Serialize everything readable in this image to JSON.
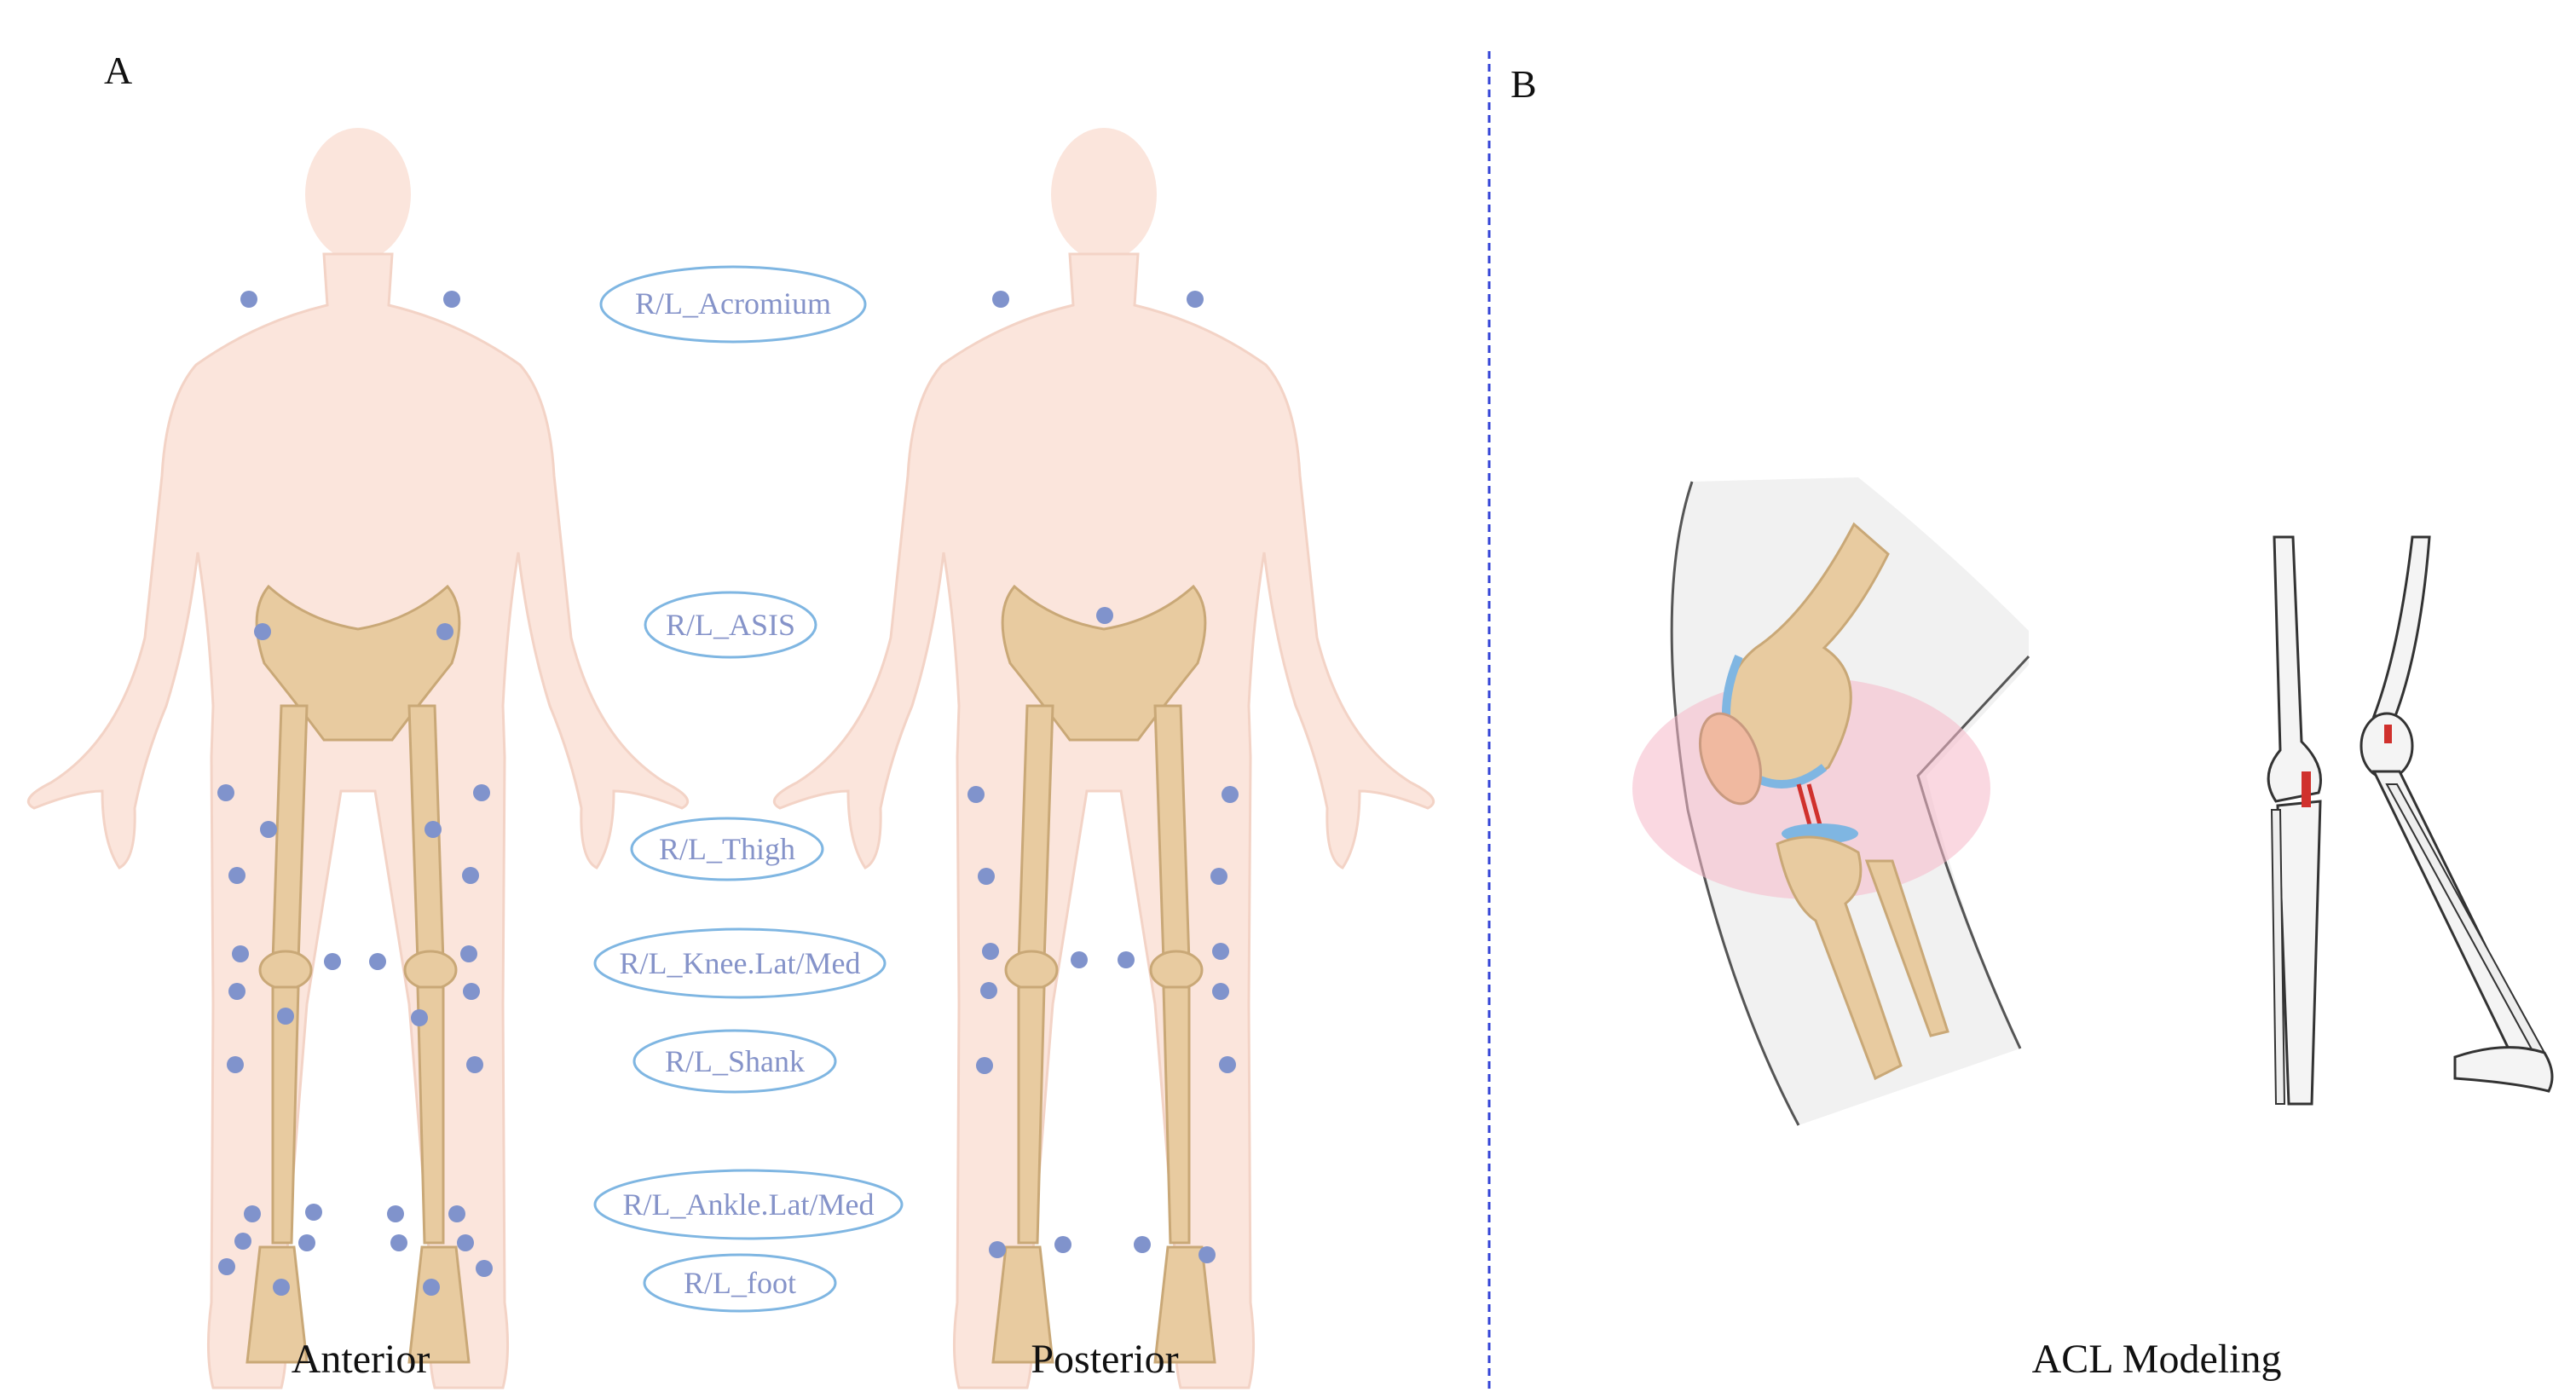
{
  "panel_a": {
    "letter": "A",
    "labels": [
      "R/L_Acromium",
      "R/L_ASIS",
      "R/L_Thigh",
      "R/L_Knee.Lat/Med",
      "R/L_Shank",
      "R/L_Ankle.Lat/Med",
      "R/L_foot"
    ],
    "caption_anterior": "Anterior",
    "caption_posterior": "Posterior"
  },
  "panel_b": {
    "letter": "B",
    "caption": "ACL Modeling"
  },
  "colors": {
    "marker": "#8093cc",
    "label_outline": "#7fb6e2",
    "label_text": "#8593c9",
    "skin": "#fbe5dc",
    "bone": "#e8cba0",
    "divider": "#3343d6",
    "highlight": "#f5b8c8",
    "ligament": "#d0312d"
  }
}
